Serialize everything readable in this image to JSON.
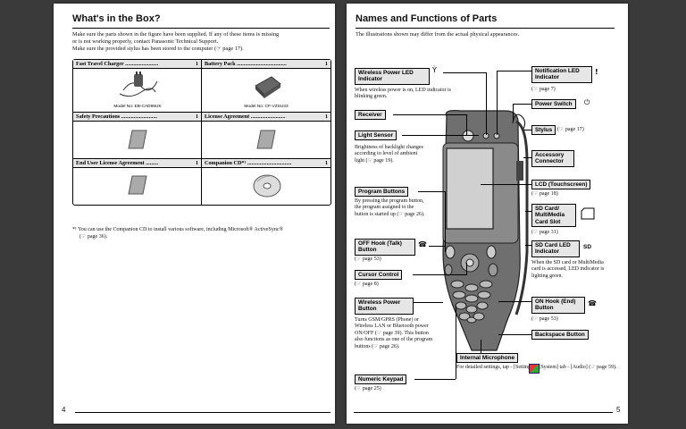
{
  "left": {
    "title": "What's in the Box?",
    "intro1": "Make sure the parts shown in the figure have been supplied.  If any of these items is missing",
    "intro2": "or is not working properly, contact Panasonic Technical Support.",
    "intro3": "Make sure the provided stylus has been stored to the computer (☞ page 17).",
    "items": [
      {
        "label": "Fast Travel Charger ........................",
        "count": "1",
        "model": "Model No: EB-CAD95UK"
      },
      {
        "label": "Battery Pack ....................................",
        "count": "1",
        "model": "Model No: CF-VZSU33"
      },
      {
        "label": "Safety Precautions ..........................",
        "count": "1",
        "model": ""
      },
      {
        "label": "License Agreement .........................",
        "count": "1",
        "model": ""
      },
      {
        "label": "End User License Agreement .........",
        "count": "1",
        "model": ""
      },
      {
        "label": "Companion CD*¹ ................................",
        "count": "1",
        "model": ""
      }
    ],
    "footnote1": "*¹ You can use the Companion CD to install various software, including Microsoft® ActiveSync®",
    "footnote2": "(☞ page 36).",
    "page_number": "4"
  },
  "right": {
    "title": "Names and Functions of Parts",
    "subtitle": "The illustrations shown may differ from the actual physical appearances.",
    "page_number": "5",
    "labels": {
      "wireless_power_led": "Wireless Power  LED Indicator",
      "wireless_power_led_desc": "When wireless power is on, LED indicator is blinking green.",
      "receiver": "Receiver",
      "light_sensor": "Light Sensor",
      "light_sensor_desc": "Brightness of backlight changes according to level of ambient light (☞ page 19).",
      "program_buttons": "Program Buttons",
      "program_buttons_desc": "By pressing the program button, the program assigned to the button is started up (☞ page 26).",
      "off_hook": "OFF Hook (Talk) Button",
      "off_hook_page": "(☞ page 53)",
      "cursor_control": "Cursor Control",
      "cursor_control_page": "(☞ page 8)",
      "wireless_power_button": "Wireless Power Button",
      "wireless_power_button_desc": "Turns GSM/GPRS (Phone) or Wireless LAN or Bluetooth power ON/OFF (☞ page 39). This button also functions as one of the program buttons (☞ page 26).",
      "numeric_keypad": "Numeric Keypad",
      "numeric_keypad_page": "(☞ page 25)",
      "internal_microphone": "Internal Microphone",
      "internal_microphone_desc": "For detailed settings, tap  - [Settings] - [System] tab - [Audio] (☞ page 59).",
      "notification_led": "Notification LED Indicator",
      "notification_led_page": "(☞ page 7)",
      "power_switch": "Power Switch",
      "stylus": "Stylus",
      "stylus_page": "(☞ page 17)",
      "accessory_connector": "Accessory Connector",
      "lcd": "LCD (Touchscreen)",
      "lcd_page": "(☞ page 18)",
      "sd_slot": "SD Card/ MultiMedia Card Slot",
      "sd_slot_page": "(☞ page 31)",
      "sd_led": "SD Card LED Indicator",
      "sd_led_badge": "SD",
      "sd_led_desc": "When the SD card or MultiMedia card is accessed, LED indicator is lighting green.",
      "on_hook": "ON Hook (End) Button",
      "on_hook_page": "(☞ page 53)",
      "backspace": "Backspace Button"
    }
  }
}
